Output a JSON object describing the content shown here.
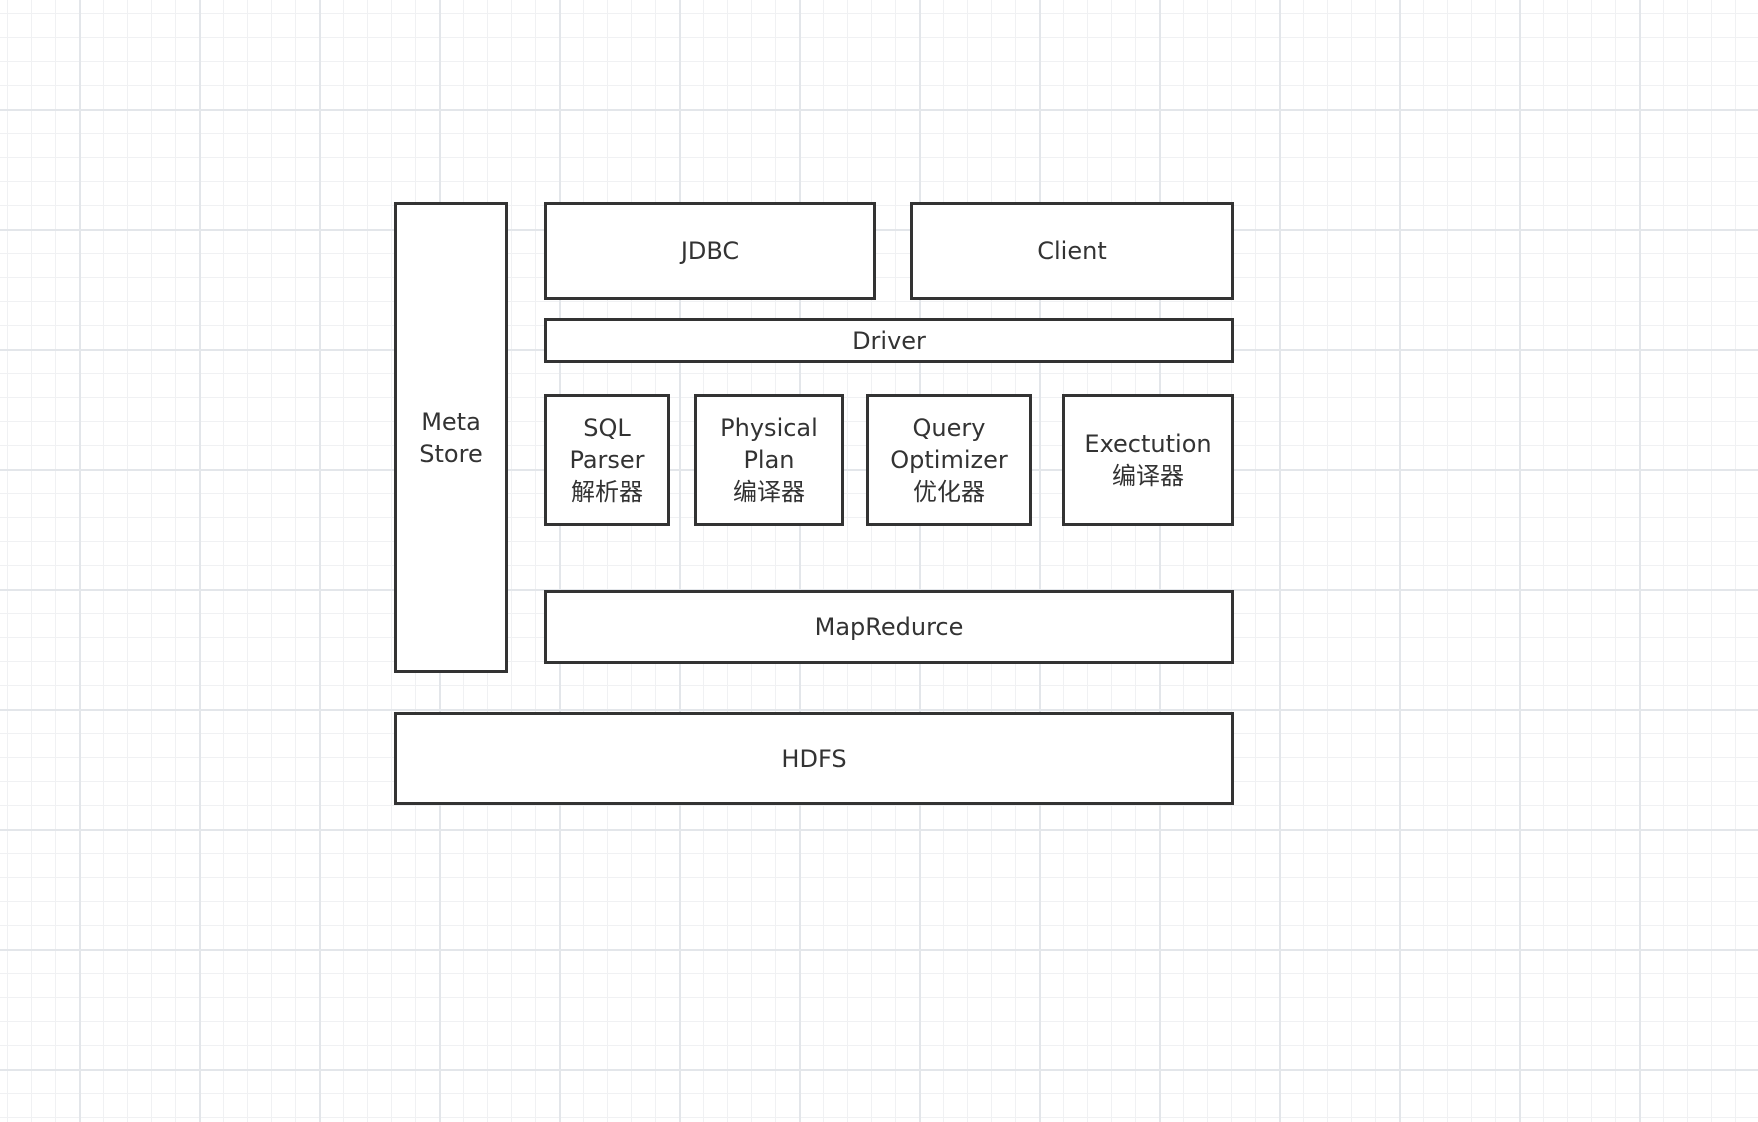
{
  "diagram": {
    "components": {
      "metastore": "Meta\nStore",
      "jdbc": "JDBC",
      "client": "Client",
      "driver": "Driver",
      "sql_parser": "SQL\nParser\n解析器",
      "physical_plan": "Physical\nPlan\n编译器",
      "query_optimizer": "Query\nOptimizer\n优化器",
      "execution": "Exectution\n编译器",
      "mapreduce": "MapRedurce",
      "hdfs": "HDFS"
    },
    "colors": {
      "border": "#333333",
      "box_fill": "#ffffff",
      "grid_major": "#e3e6ea",
      "grid_minor": "#f0f1f3"
    }
  }
}
